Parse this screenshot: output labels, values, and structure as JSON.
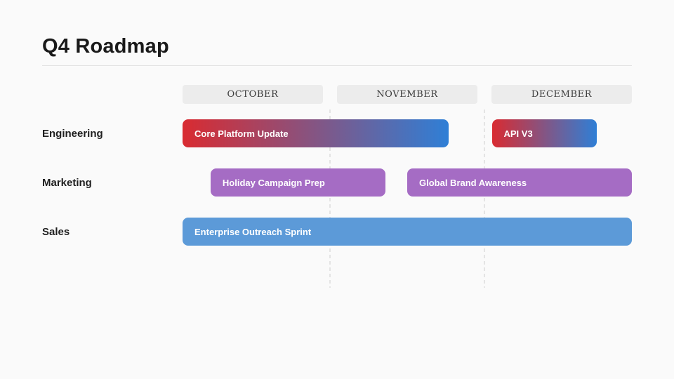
{
  "page": {
    "title": "Q4 Roadmap",
    "background": "#fafafa"
  },
  "chart_data": {
    "type": "bar",
    "subtype": "gantt-roadmap",
    "title": "Q4 Roadmap",
    "months": [
      "OCTOBER",
      "NOVEMBER",
      "DECEMBER"
    ],
    "legend": "none",
    "grid": "dashed vertical month separators",
    "colors": {
      "month_header_bg": "#ececec",
      "month_header_text": "#3b3b3b",
      "row_label_text": "#1f1f1f",
      "bar_text": "#ffffff",
      "gridline": "#e4e4e4",
      "divider": "#e2e2e2",
      "gradient_start": "#d92b31",
      "gradient_end": "#2f7fd6",
      "purple": "#a56cc4",
      "blue": "#5c9ad8"
    },
    "rows": [
      {
        "label": "Engineering",
        "tasks": [
          {
            "name": "Core Platform Update",
            "start_month": 0.0,
            "end_month": 1.77,
            "fill": "gradient"
          },
          {
            "name": "API V3",
            "start_month": 2.05,
            "end_month": 2.76,
            "fill": "gradient"
          }
        ]
      },
      {
        "label": "Marketing",
        "tasks": [
          {
            "name": "Holiday Campaign Prep",
            "start_month": 0.19,
            "end_month": 1.36,
            "fill": "purple"
          },
          {
            "name": "Global Brand Awareness",
            "start_month": 1.5,
            "end_month": 3.0,
            "fill": "purple"
          }
        ]
      },
      {
        "label": "Sales",
        "tasks": [
          {
            "name": "Enterprise Outreach Sprint",
            "start_month": 0.0,
            "end_month": 3.0,
            "fill": "blue"
          }
        ]
      }
    ]
  }
}
